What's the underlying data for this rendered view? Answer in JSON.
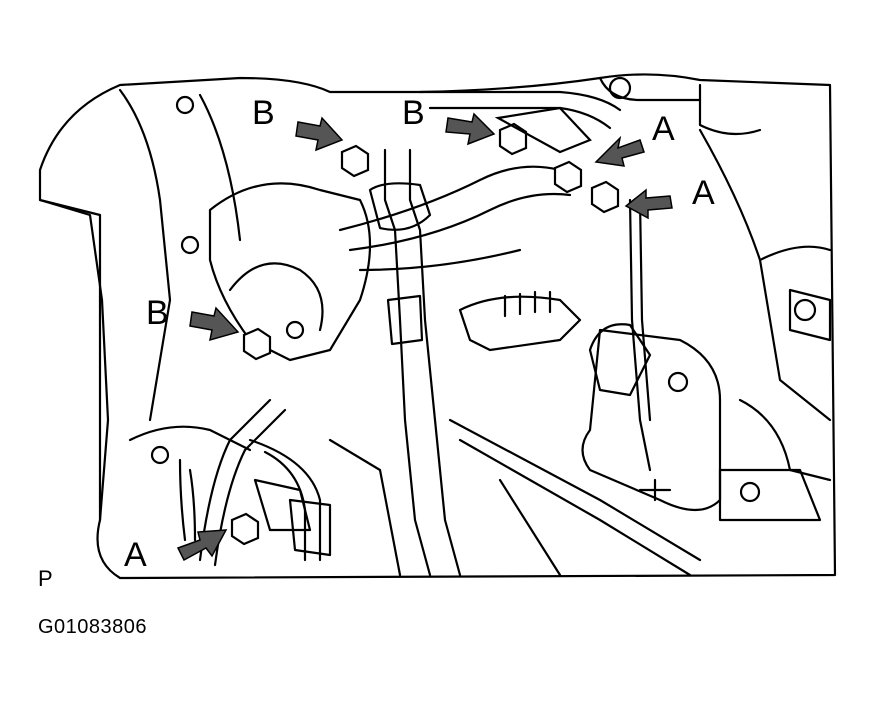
{
  "callouts": {
    "b_top_left": "B",
    "b_top_center": "B",
    "a_top_right": "A",
    "a_right": "A",
    "b_left": "B",
    "a_bottom_left": "A"
  },
  "page_marker": "P",
  "figure_id": "G01083806",
  "colors": {
    "ink": "#000000",
    "paper": "#ffffff",
    "arrow_fill": "#555555"
  }
}
